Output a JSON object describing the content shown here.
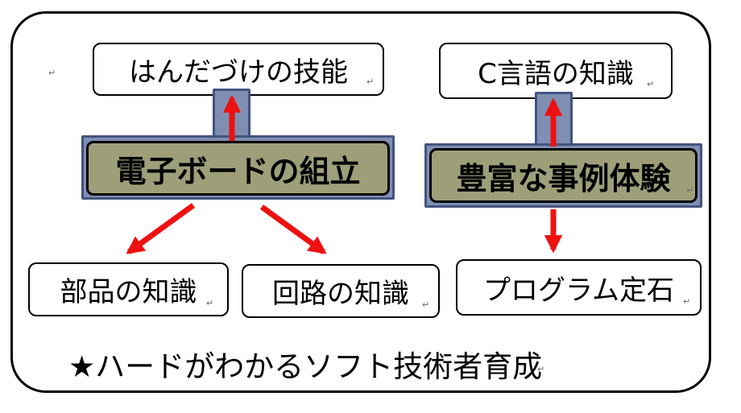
{
  "nodes": {
    "soldering": "はんだづけの技能",
    "c_language": "C言語の知識",
    "board_assembly": "電子ボードの組立",
    "case_experience": "豊富な事例体験",
    "parts_knowledge": "部品の知識",
    "circuit_knowledge": "回路の知識",
    "program_patterns": "プログラム定石"
  },
  "footer": "★ハードがわかるソフト技術者育成",
  "return_mark": "↵",
  "colors": {
    "arrow": "#ee1111",
    "highlight_fill": "#7f8fb3",
    "highlight_border": "#44537f",
    "olive": "#9d9f79"
  }
}
